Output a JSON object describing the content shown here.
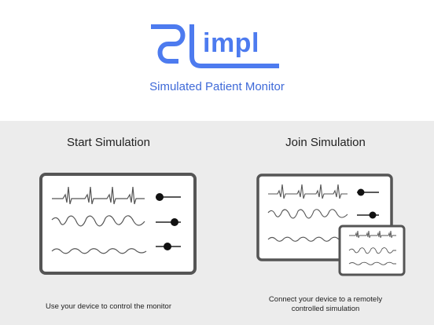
{
  "app": {
    "logo_text": "impl",
    "subtitle": "Simulated Patient Monitor"
  },
  "options": [
    {
      "title": "Start Simulation",
      "description": "Use your device to control the monitor"
    },
    {
      "title": "Join Simulation",
      "description_line1": "Connect your device to a remotely",
      "description_line2": "controlled simulation"
    }
  ],
  "colors": {
    "brand": "#4d7bef",
    "device_frame": "#555555",
    "background_lower": "#ececec"
  }
}
